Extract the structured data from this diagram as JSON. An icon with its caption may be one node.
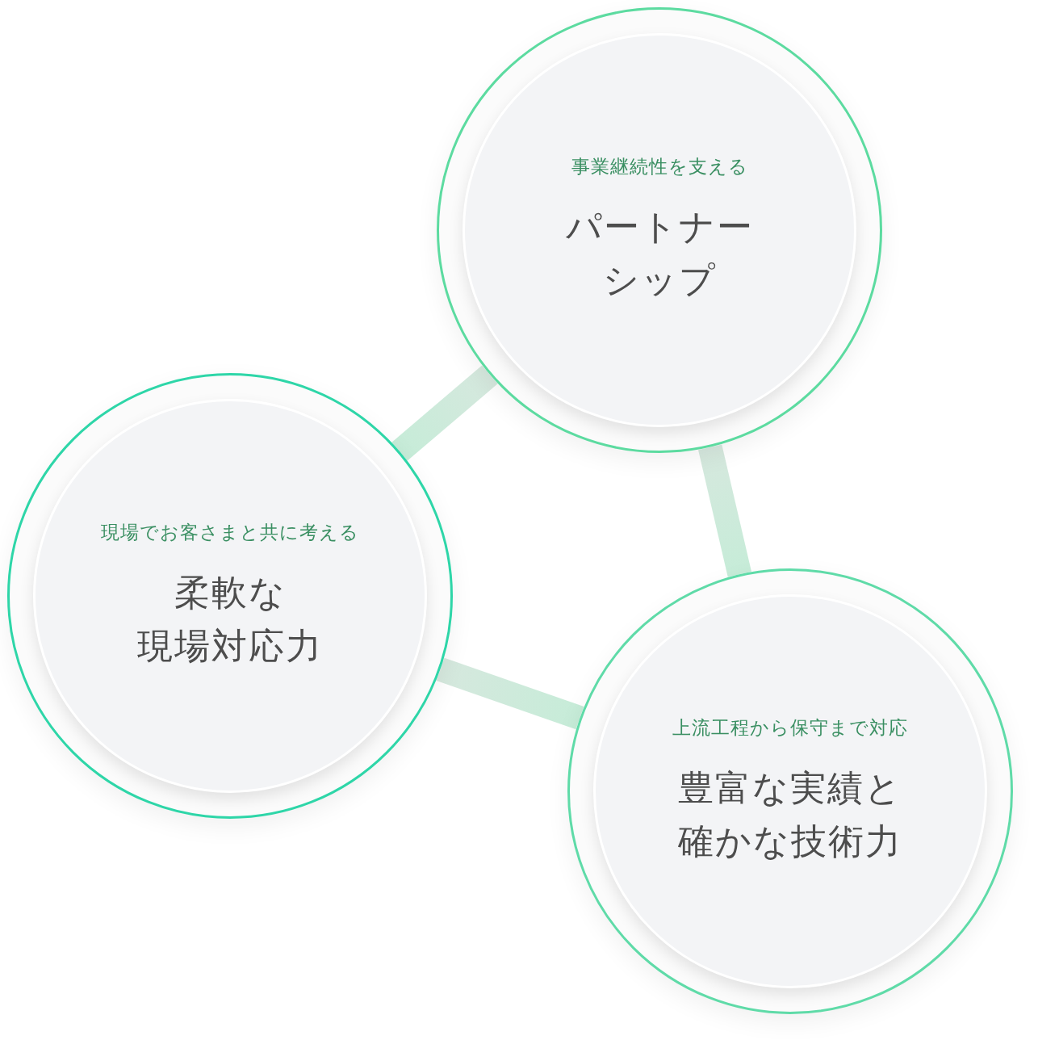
{
  "diagram": {
    "nodes": [
      {
        "text": [
          "事業継続性を支える",
          "パートナーシップ"
        ]
      },
      {
        "text": [
          "現場でお客さまと共に考える",
          "柔軟な現場対応力"
        ]
      },
      {
        "text": [
          "上流工程から保守まで対応",
          "豊富な実績と確かな技術力"
        ]
      }
    ],
    "edges": [
      {
        "from": 0,
        "to": 1,
        "arrow": "none"
      },
      {
        "from": 0,
        "to": 2,
        "arrow": "none"
      },
      {
        "from": 1,
        "to": 2,
        "arrow": "none"
      }
    ]
  }
}
